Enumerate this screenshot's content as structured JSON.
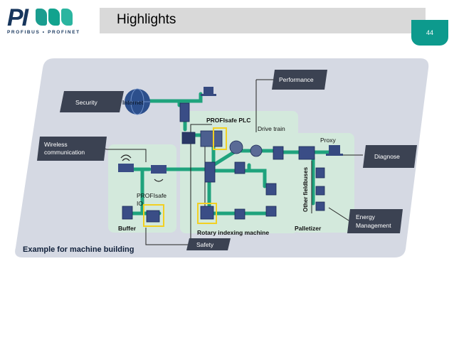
{
  "logo": {
    "letters": "PI",
    "tagline": "PROFIBUS • PROFINET"
  },
  "header": {
    "title": "Highlights",
    "page_number": "44"
  },
  "colors": {
    "teal": "#0d9a8d",
    "navy": "#17365d",
    "panel": "#d5d9e3",
    "zone": "#d6eadf",
    "network": "#1fa37d",
    "label_box": "#3b4252"
  },
  "diagram": {
    "caption": "Example for machine building",
    "callouts": {
      "security": "Security",
      "performance": "Performance",
      "wireless_line1": "Wireless",
      "wireless_line2": "communication",
      "diagnose": "Diagnose",
      "energy_line1": "Energy",
      "energy_line2": "Management",
      "safety": "Safety"
    },
    "labels": {
      "internet": "Internet",
      "plc": "PROFIsafe PLC",
      "drive_train": "Drive train",
      "proxy": "Proxy",
      "profisafe_io_line1": "PROFIsafe",
      "profisafe_io_line2": "IO",
      "buffer": "Buffer",
      "rotary": "Rotary indexing machine",
      "palletizer": "Palletizer",
      "other_fieldbuses": "Other fieldbuses"
    }
  }
}
